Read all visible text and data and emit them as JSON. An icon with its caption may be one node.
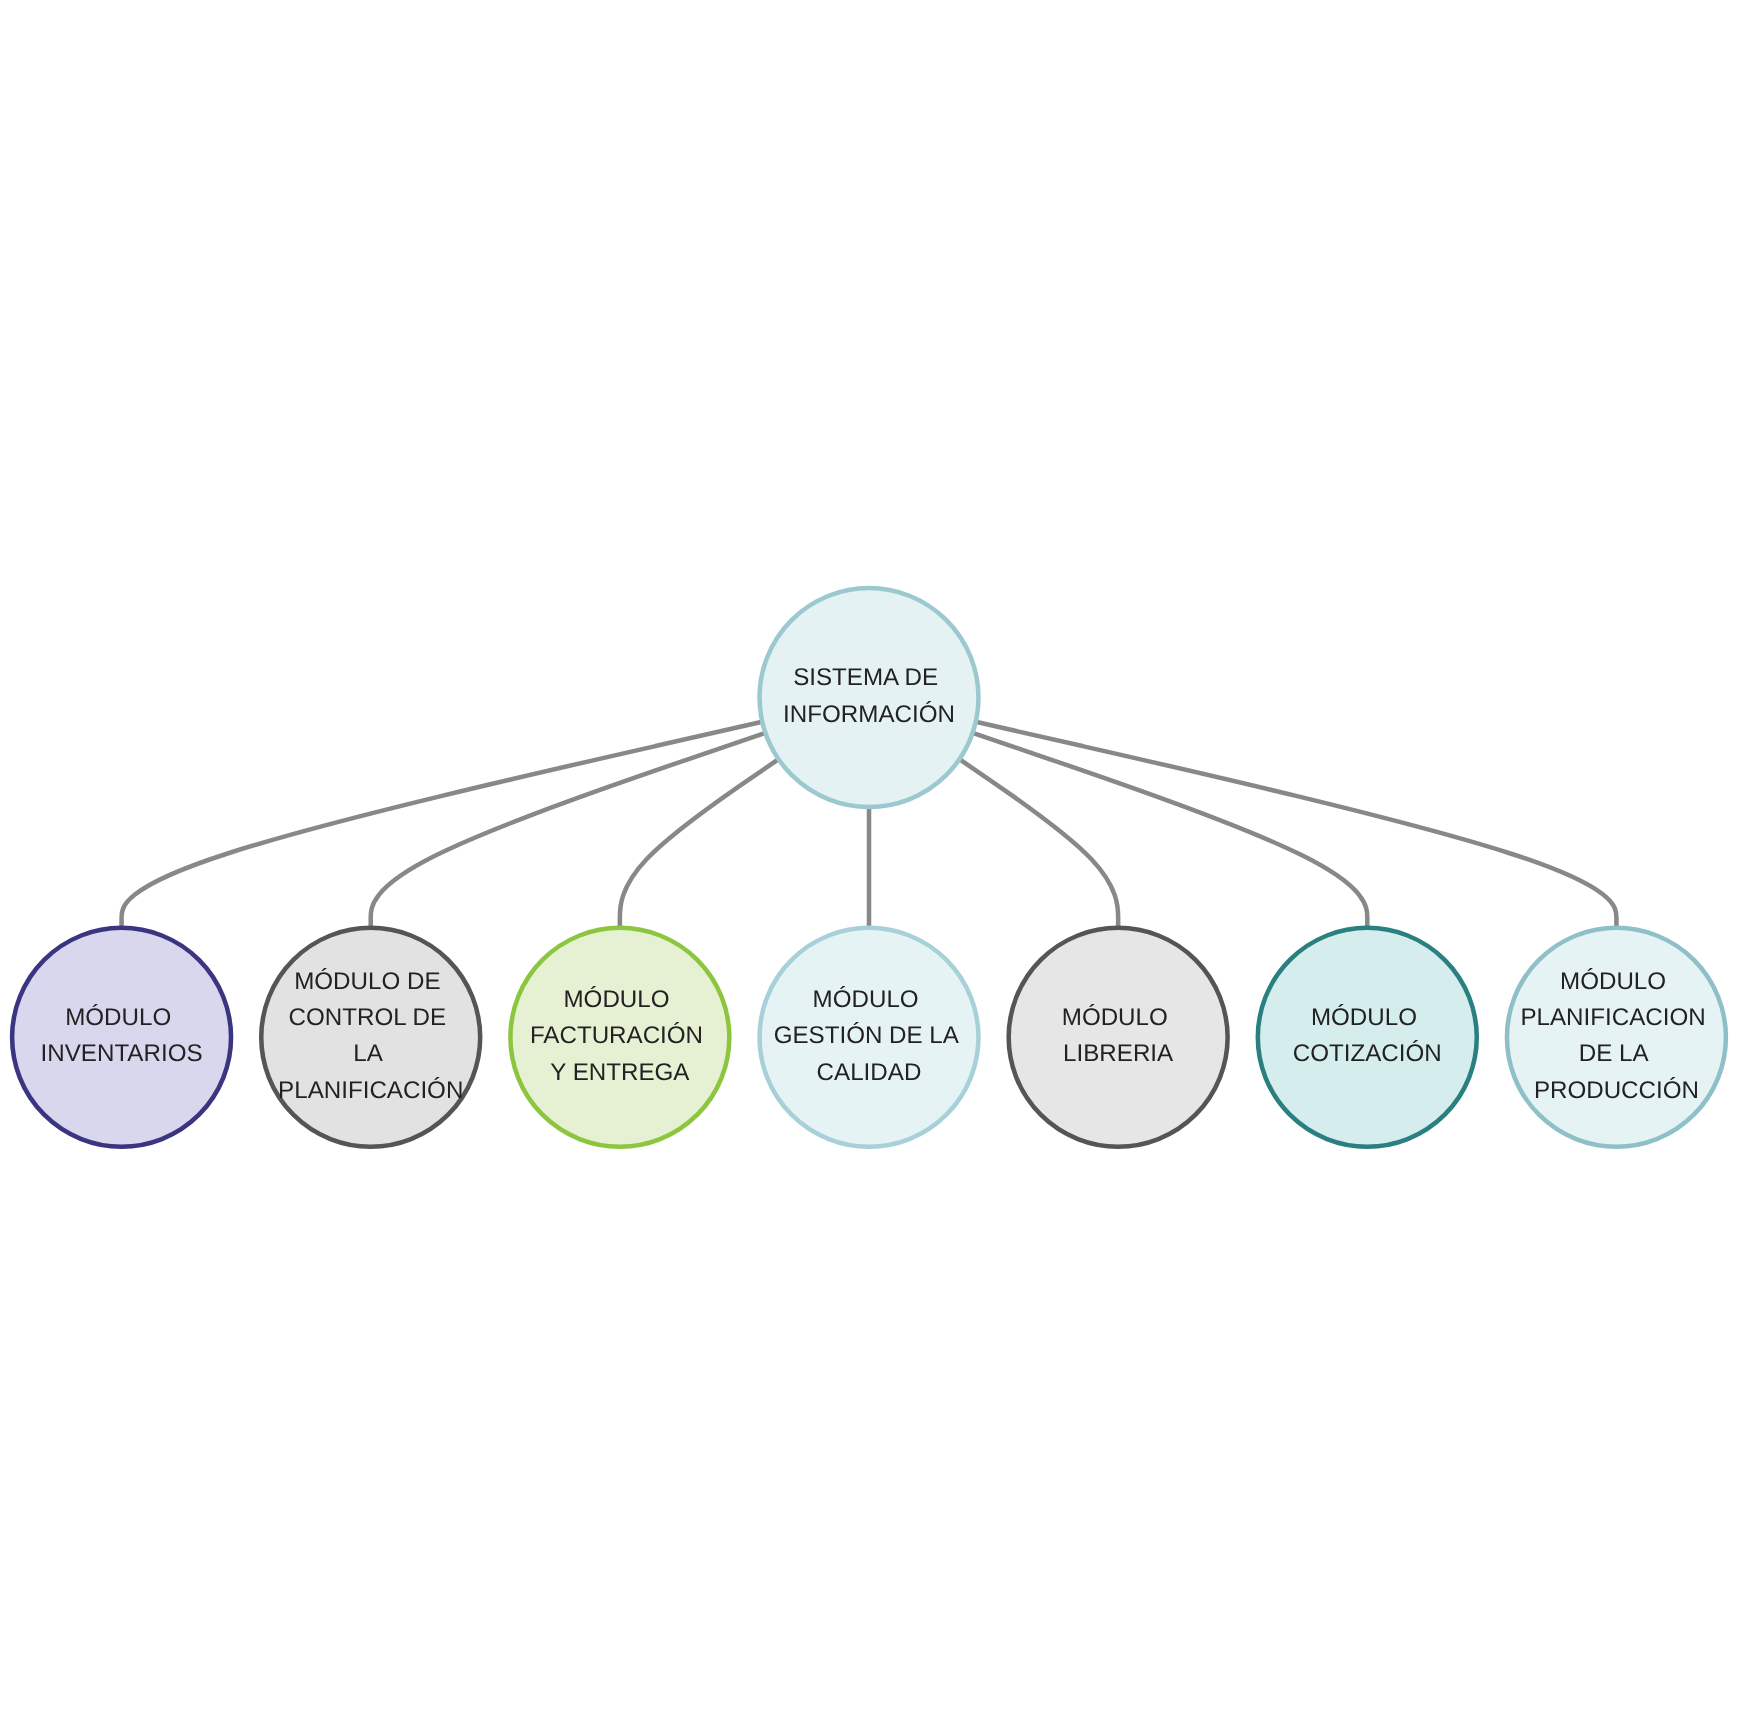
{
  "diagram": {
    "nodes": [
      {
        "text": [
          "SISTEMA DE INFORMACIÓN"
        ]
      },
      {
        "text": [
          "MÓDULO INVENTARIOS"
        ]
      },
      {
        "text": [
          "MÓDULO DE CONTROL DE LA PLANIFICACIÓN"
        ]
      },
      {
        "text": [
          "MÓDULO FACTURACIÓN Y ENTREGA"
        ]
      },
      {
        "text": [
          "MÓDULO GESTIÓN DE LA CALIDAD"
        ]
      },
      {
        "text": [
          "MÓDULO LIBRERIA"
        ]
      },
      {
        "text": [
          "MÓDULO COTIZACIÓN"
        ]
      },
      {
        "text": [
          "MÓDULO PLANIFICACION DE LA PRODUCCIÓN"
        ]
      }
    ],
    "edges": [
      {
        "from": 0,
        "to": 1,
        "arrow": "none"
      },
      {
        "from": 0,
        "to": 2,
        "arrow": "none"
      },
      {
        "from": 0,
        "to": 3,
        "arrow": "none"
      },
      {
        "from": 0,
        "to": 4,
        "arrow": "none"
      },
      {
        "from": 0,
        "to": 5,
        "arrow": "none"
      },
      {
        "from": 0,
        "to": 6,
        "arrow": "none"
      },
      {
        "from": 0,
        "to": 7,
        "arrow": "none"
      }
    ]
  }
}
